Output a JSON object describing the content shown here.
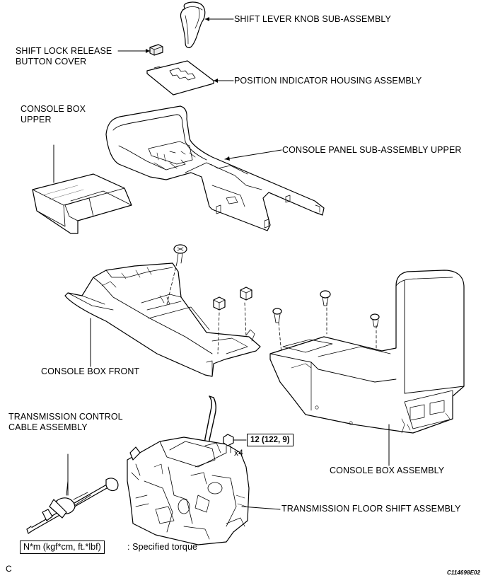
{
  "labels": {
    "shift_lever_knob": "SHIFT LEVER KNOB SUB-ASSEMBLY",
    "shift_lock_release_line1": "SHIFT LOCK RELEASE",
    "shift_lock_release_line2": "BUTTON COVER",
    "position_indicator": "POSITION INDICATOR HOUSING ASSEMBLY",
    "console_box_upper_line1": "CONSOLE BOX",
    "console_box_upper_line2": "UPPER",
    "console_panel_upper": "CONSOLE PANEL SUB-ASSEMBLY UPPER",
    "console_box_front": "CONSOLE BOX FRONT",
    "console_box_assembly": "CONSOLE BOX ASSEMBLY",
    "transmission_cable_line1": "TRANSMISSION CONTROL",
    "transmission_cable_line2": "CABLE ASSEMBLY",
    "transmission_floor_shift": "TRANSMISSION FLOOR SHIFT ASSEMBLY"
  },
  "torque": {
    "value": "12 (122, 9)",
    "quantity": "x4"
  },
  "legend": {
    "box_text": "N*m (kgf*cm, ft.*lbf)",
    "description": ": Specified torque"
  },
  "footer": {
    "corner_letter": "C",
    "figure_code": "C114698E02"
  }
}
